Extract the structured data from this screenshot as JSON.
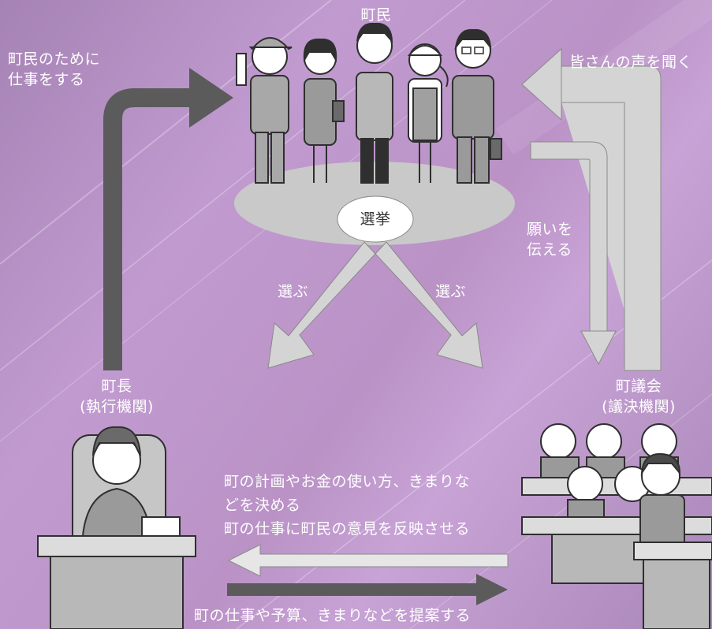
{
  "labels": {
    "citizens": "町民",
    "work_for_citizens": [
      "町民のために",
      "仕事をする"
    ],
    "listen_voices": "皆さんの声を聞く",
    "election": "選挙",
    "convey_wishes": [
      "願いを",
      "伝える"
    ],
    "elect_left": "選ぶ",
    "elect_right": "選ぶ",
    "mayor": [
      "町長",
      "(執行機関)"
    ],
    "council": [
      "町議会",
      "(議決機関)"
    ],
    "council_decides": [
      "町の計画やお金の使い方、きまりな",
      "どを決める",
      "町の仕事に町民の意見を反映させる"
    ],
    "mayor_proposes": "町の仕事や予算、きまりなどを提案する"
  },
  "colors": {
    "background": "#b893c6",
    "dark_arrow": "#5a5a5a",
    "light_arrow": "#d4d4d4",
    "ellipse": "#c9c9c9"
  }
}
